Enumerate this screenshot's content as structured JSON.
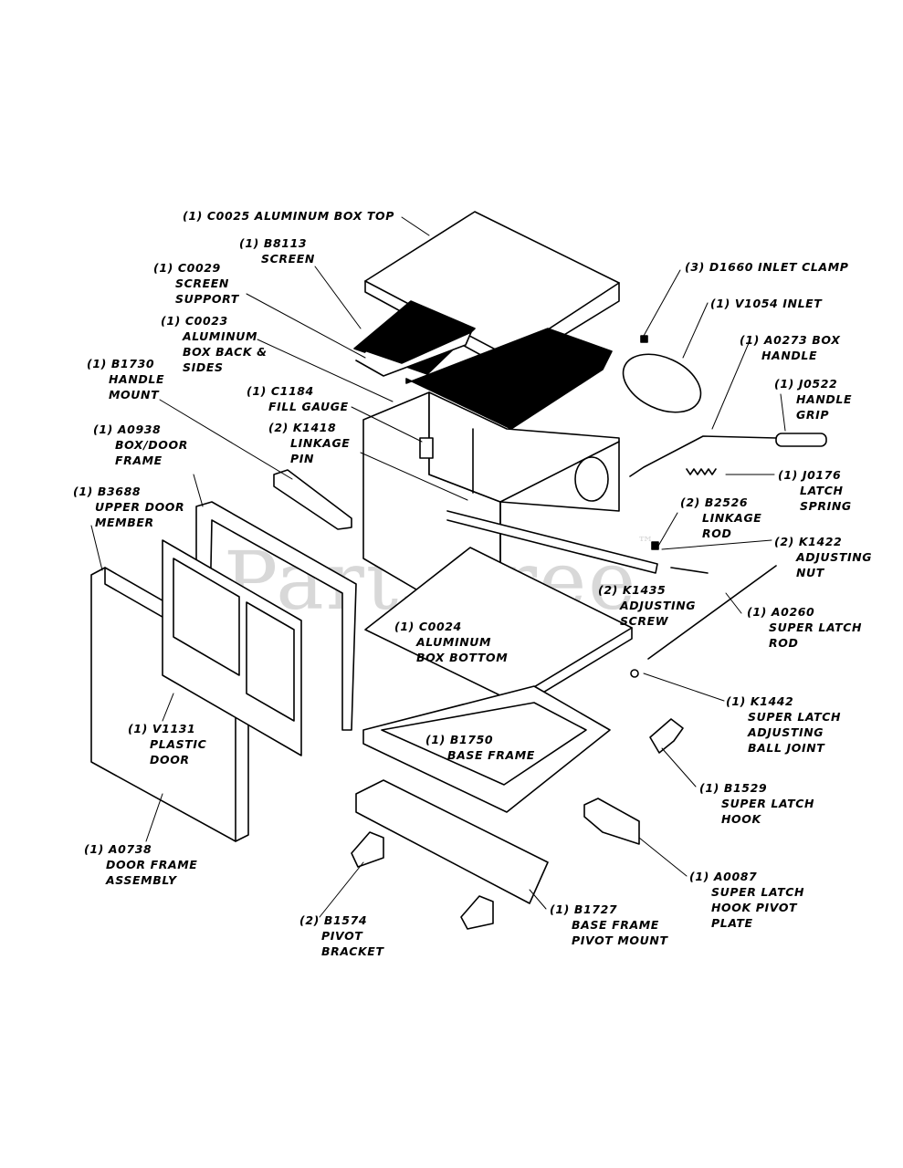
{
  "watermark": {
    "text": "PartsTree",
    "mark": "™"
  },
  "callouts": [
    {
      "id": "c0025",
      "lines": [
        "(1) C0025 ALUMINUM BOX TOP"
      ]
    },
    {
      "id": "b8113",
      "lines": [
        "(1) B8113",
        "SCREEN"
      ]
    },
    {
      "id": "c0029",
      "lines": [
        "(1) C0029",
        "SCREEN",
        "SUPPORT"
      ]
    },
    {
      "id": "c0023",
      "lines": [
        "(1) C0023",
        "ALUMINUM",
        "BOX BACK &",
        "SIDES"
      ]
    },
    {
      "id": "b1730",
      "lines": [
        "(1) B1730",
        "HANDLE",
        "MOUNT"
      ]
    },
    {
      "id": "c1184",
      "lines": [
        "(1) C1184",
        "FILL GAUGE"
      ]
    },
    {
      "id": "k1418",
      "lines": [
        "(2) K1418",
        "LINKAGE",
        "PIN"
      ]
    },
    {
      "id": "a0938",
      "lines": [
        "(1) A0938",
        "BOX/DOOR",
        "FRAME"
      ]
    },
    {
      "id": "b3688",
      "lines": [
        "(1) B3688",
        "UPPER DOOR",
        "MEMBER"
      ]
    },
    {
      "id": "d1660",
      "lines": [
        "(3) D1660 INLET CLAMP"
      ]
    },
    {
      "id": "v1054",
      "lines": [
        "(1) V1054 INLET"
      ]
    },
    {
      "id": "a0273",
      "lines": [
        "(1) A0273 BOX",
        "HANDLE"
      ]
    },
    {
      "id": "j0522",
      "lines": [
        "(1) J0522",
        "HANDLE",
        "GRIP"
      ]
    },
    {
      "id": "j0176",
      "lines": [
        "(1) J0176",
        "LATCH",
        "SPRING"
      ]
    },
    {
      "id": "b2526",
      "lines": [
        "(2) B2526",
        "LINKAGE",
        "ROD"
      ]
    },
    {
      "id": "k1422",
      "lines": [
        "(2) K1422",
        "ADJUSTING",
        "NUT"
      ]
    },
    {
      "id": "k1435",
      "lines": [
        "(2) K1435",
        "ADJUSTING",
        "SCREW"
      ]
    },
    {
      "id": "a0260",
      "lines": [
        "(1) A0260",
        "SUPER LATCH",
        "ROD"
      ]
    },
    {
      "id": "c0024",
      "lines": [
        "(1) C0024",
        "ALUMINUM",
        "BOX BOTTOM"
      ]
    },
    {
      "id": "v1131",
      "lines": [
        "(1) V1131",
        "PLASTIC",
        "DOOR"
      ]
    },
    {
      "id": "b1750",
      "lines": [
        "(1) B1750",
        "BASE FRAME"
      ]
    },
    {
      "id": "k1442",
      "lines": [
        "(1) K1442",
        "SUPER LATCH",
        "ADJUSTING",
        "BALL JOINT"
      ]
    },
    {
      "id": "b1529",
      "lines": [
        "(1) B1529",
        "SUPER LATCH",
        "HOOK"
      ]
    },
    {
      "id": "a0738",
      "lines": [
        "(1) A0738",
        "DOOR FRAME",
        "ASSEMBLY"
      ]
    },
    {
      "id": "a0087",
      "lines": [
        "(1) A0087",
        "SUPER LATCH",
        "HOOK PIVOT",
        "PLATE"
      ]
    },
    {
      "id": "b1727",
      "lines": [
        "(1) B1727",
        "BASE FRAME",
        "PIVOT MOUNT"
      ]
    },
    {
      "id": "b1574",
      "lines": [
        "(2) B1574",
        "PIVOT",
        "BRACKET"
      ]
    }
  ]
}
